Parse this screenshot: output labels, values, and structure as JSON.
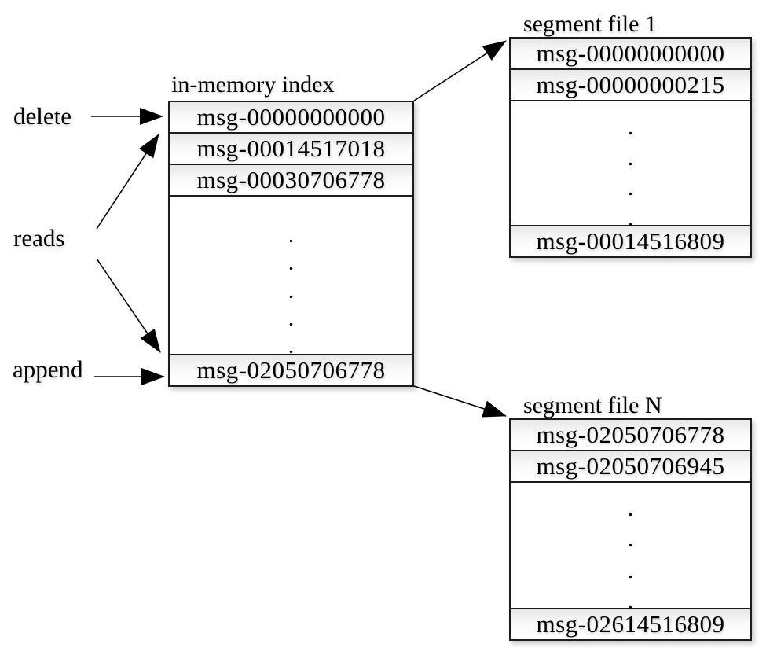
{
  "labels": {
    "delete": "delete",
    "reads": "reads",
    "append": "append"
  },
  "index": {
    "title": "in-memory index",
    "rows": [
      "msg-00000000000",
      "msg-00014517018",
      "msg-00030706778"
    ],
    "last_row": "msg-02050706778"
  },
  "segment_file_1": {
    "title": "segment file 1",
    "rows": [
      "msg-00000000000",
      "msg-00000000215"
    ],
    "last_row": "msg-00014516809"
  },
  "segment_file_n": {
    "title": "segment file N",
    "rows": [
      "msg-02050706778",
      "msg-02050706945"
    ],
    "last_row": "msg-02614516809"
  },
  "ellipsis_dot": ".",
  "colors": {
    "line": "#000000",
    "border": "#1c1c1c",
    "row_shade": "#e7e7e7",
    "background": "#ffffff"
  }
}
